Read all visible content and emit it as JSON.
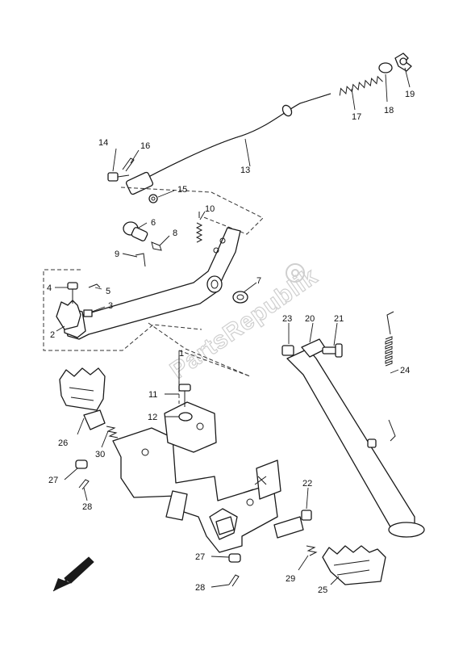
{
  "watermark": "PartsRepublik",
  "callouts": [
    {
      "id": "1",
      "label": "1"
    },
    {
      "id": "2",
      "label": "2"
    },
    {
      "id": "3",
      "label": "3"
    },
    {
      "id": "4",
      "label": "4"
    },
    {
      "id": "5",
      "label": "5"
    },
    {
      "id": "6",
      "label": "6"
    },
    {
      "id": "7",
      "label": "7"
    },
    {
      "id": "8",
      "label": "8"
    },
    {
      "id": "9",
      "label": "9"
    },
    {
      "id": "10",
      "label": "10"
    },
    {
      "id": "11",
      "label": "11"
    },
    {
      "id": "12",
      "label": "12"
    },
    {
      "id": "13",
      "label": "13"
    },
    {
      "id": "14",
      "label": "14"
    },
    {
      "id": "15",
      "label": "15"
    },
    {
      "id": "16",
      "label": "16"
    },
    {
      "id": "17",
      "label": "17"
    },
    {
      "id": "18",
      "label": "18"
    },
    {
      "id": "19",
      "label": "19"
    },
    {
      "id": "20",
      "label": "20"
    },
    {
      "id": "21",
      "label": "21"
    },
    {
      "id": "22",
      "label": "22"
    },
    {
      "id": "23",
      "label": "23"
    },
    {
      "id": "24",
      "label": "24"
    },
    {
      "id": "25",
      "label": "25"
    },
    {
      "id": "26",
      "label": "26"
    },
    {
      "id": "27a",
      "label": "27"
    },
    {
      "id": "27b",
      "label": "27"
    },
    {
      "id": "28a",
      "label": "28"
    },
    {
      "id": "28b",
      "label": "28"
    },
    {
      "id": "29",
      "label": "29"
    },
    {
      "id": "30",
      "label": "30"
    }
  ]
}
